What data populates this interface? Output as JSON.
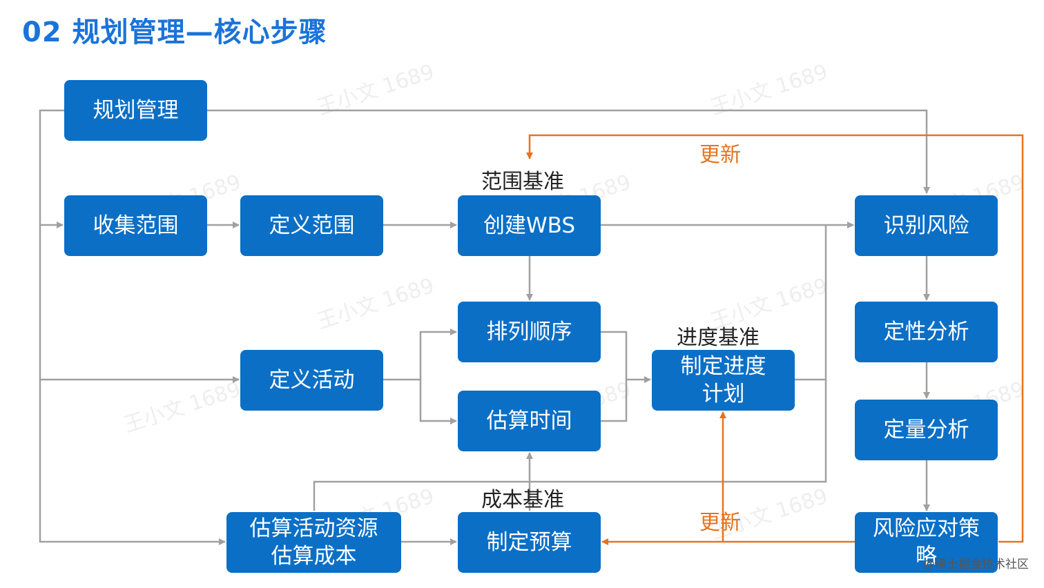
{
  "title": "02 规划管理—核心步骤",
  "colors": {
    "box": "#0b6fc6",
    "title": "#1a73d9",
    "line": "#a0a0a0",
    "update": "#e8721c"
  },
  "nodes": {
    "plan_mgmt": "规划管理",
    "collect_scope": "收集范围",
    "define_scope": "定义范围",
    "create_wbs": "创建WBS",
    "identify_risk": "识别风险",
    "sequence": "排列顺序",
    "qualitative": "定性分析",
    "define_activity": "定义活动",
    "schedule_plan": "制定进度\n计划",
    "estimate_time": "估算时间",
    "quantitative": "定量分析",
    "estimate_resource_cost": "估算活动资源\n估算成本",
    "budget": "制定预算",
    "risk_response": "风险应对策\n略"
  },
  "labels": {
    "scope_baseline": "范围基准",
    "schedule_baseline": "进度基准",
    "cost_baseline": "成本基准",
    "update_top": "更新",
    "update_bottom": "更新"
  },
  "watermark": "王小文 1689",
  "footer": "@稀土掘金技术社区"
}
